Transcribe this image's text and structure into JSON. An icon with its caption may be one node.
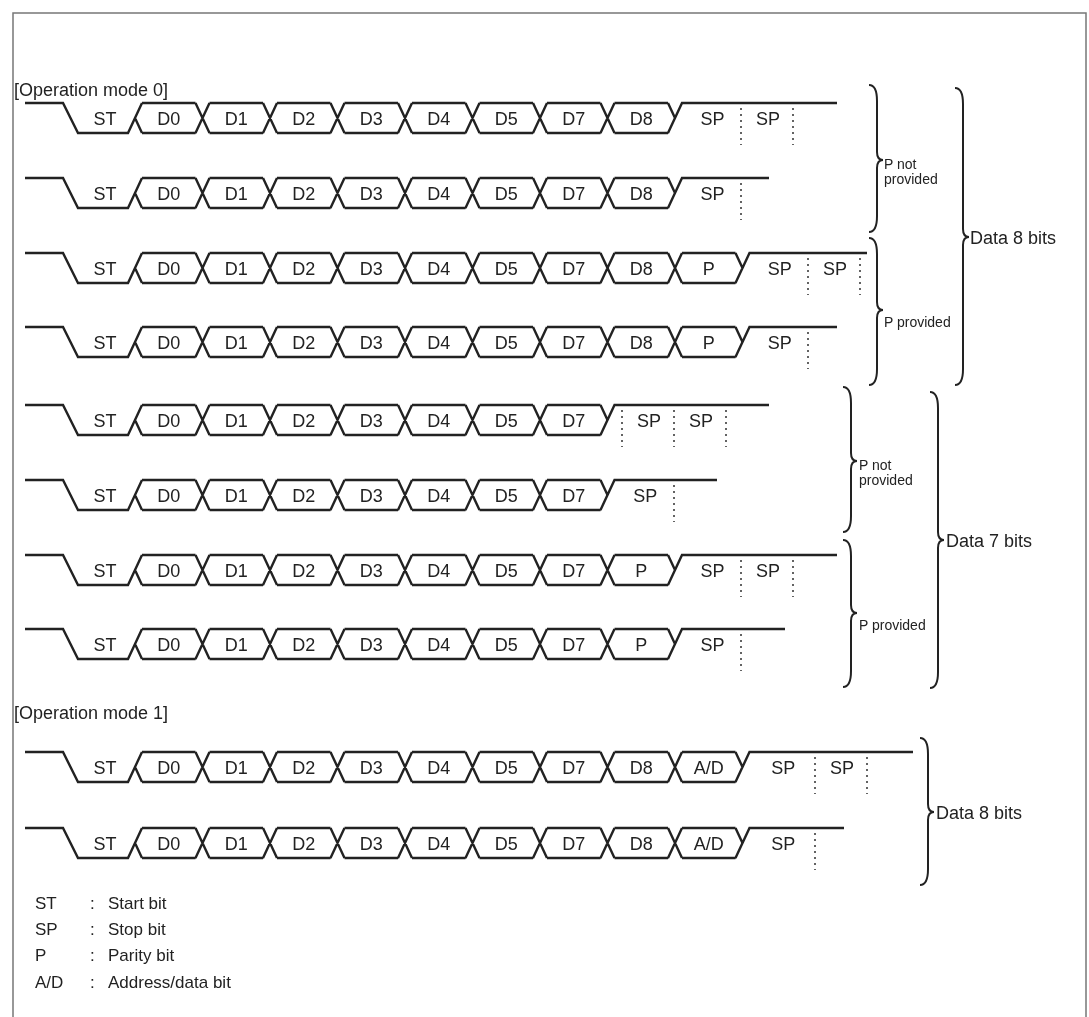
{
  "diagram": {
    "labels": [
      "[Operation mode 0]",
      "ST",
      "D0",
      "D1",
      "D2",
      "D3",
      "D4",
      "D5",
      "D7",
      "D8",
      "SP",
      "SP",
      "ST",
      "D0",
      "D1",
      "D2",
      "D3",
      "D4",
      "D5",
      "D7",
      "D8",
      "SP",
      "ST",
      "D0",
      "D1",
      "D2",
      "D3",
      "D4",
      "D5",
      "D7",
      "D8",
      "P",
      "SP",
      "SP",
      "ST",
      "D0",
      "D1",
      "D2",
      "D3",
      "D4",
      "D5",
      "D7",
      "D8",
      "P",
      "SP",
      "P not provided",
      "P provided",
      "Data 8 bits",
      "ST",
      "D0",
      "D1",
      "D2",
      "D3",
      "D4",
      "D5",
      "D7",
      "SP",
      "SP",
      "ST",
      "D0",
      "D1",
      "D2",
      "D3",
      "D4",
      "D5",
      "D7",
      "SP",
      "ST",
      "D0",
      "D1",
      "D2",
      "D3",
      "D4",
      "D5",
      "D7",
      "P",
      "SP",
      "SP",
      "ST",
      "D0",
      "D1",
      "D2",
      "D3",
      "D4",
      "D5",
      "D7",
      "P",
      "SP",
      "P not provided",
      "P provided",
      "Data 7 bits",
      "[Operation mode 1]",
      "ST",
      "D0",
      "D1",
      "D2",
      "D3",
      "D4",
      "D5",
      "D7",
      "D8",
      "A/D",
      "SP",
      "SP",
      "ST",
      "D0",
      "D1",
      "D2",
      "D3",
      "D4",
      "D5",
      "D7",
      "D8",
      "A/D",
      "SP",
      "Data 8 bits",
      "ST",
      ":",
      "Start bit",
      "SP",
      ":",
      "Stop bit",
      "P",
      ":",
      "Parity bit",
      "A/D",
      ":",
      "Address/data bit"
    ]
  }
}
